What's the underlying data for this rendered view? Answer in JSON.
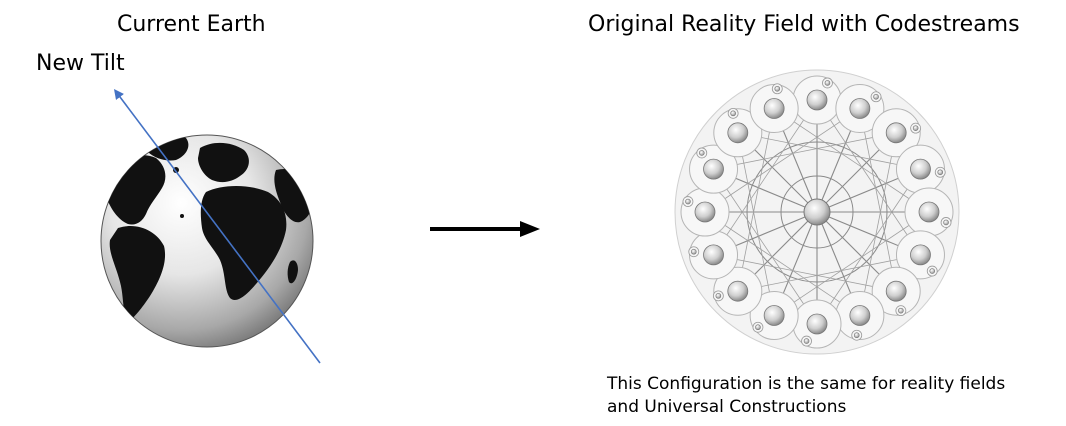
{
  "earth": {
    "title": "Current Earth",
    "tilt_label": "New Tilt"
  },
  "field": {
    "title": "Original Reality Field with Codestreams",
    "caption_line1": "This Configuration is the same for reality fields",
    "caption_line2": "and Universal Constructions"
  },
  "colors": {
    "tilt_axis": "#4472c4",
    "arrow": "#000000",
    "land": "#111111",
    "sphere_light": "#ffffff",
    "sphere_dark": "#6e6e6e",
    "field_line": "#8a8a8a"
  }
}
